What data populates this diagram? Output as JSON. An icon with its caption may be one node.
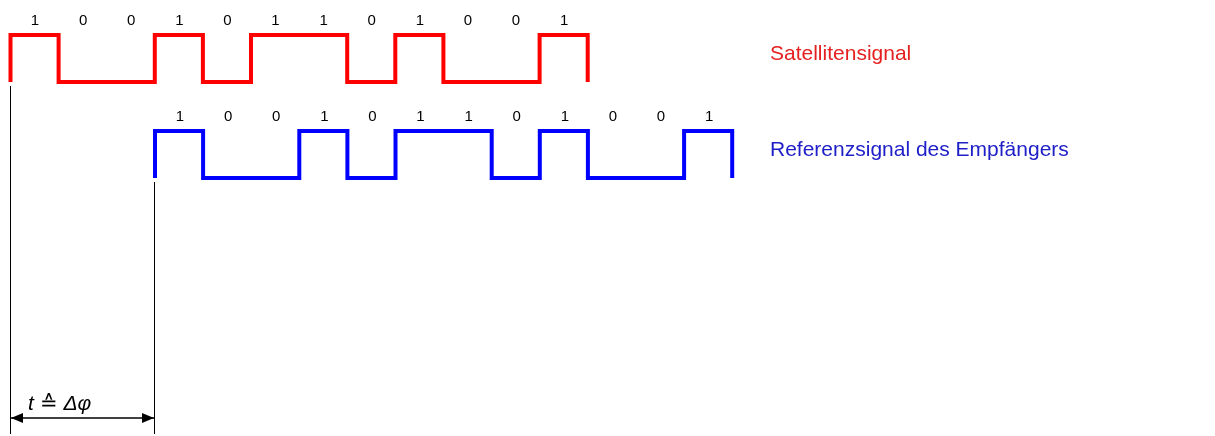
{
  "diagram": {
    "labels": [
      "1",
      "0",
      "0",
      "1",
      "0",
      "1",
      "1",
      "0",
      "1",
      "0",
      "0",
      "1",
      "Satellitensignal",
      "1",
      "0",
      "0",
      "1",
      "0",
      "1",
      "1",
      "0",
      "1",
      "0",
      "0",
      "1",
      "Referenzsignal des Empfängers",
      "*t* ≙ *Δφ*"
    ]
  }
}
